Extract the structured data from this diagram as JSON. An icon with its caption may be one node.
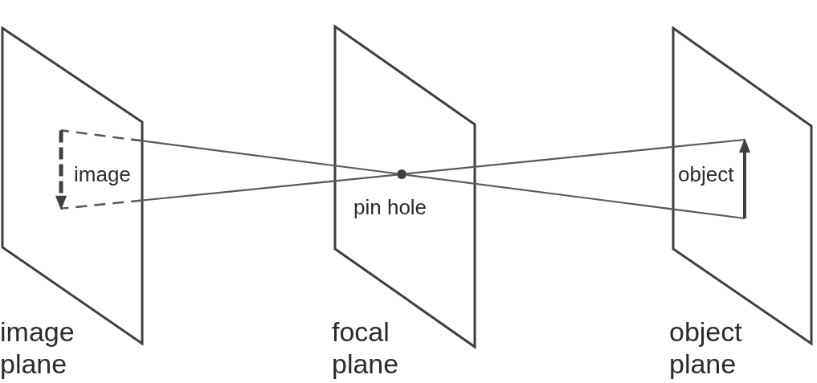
{
  "diagram": {
    "nodes": [
      {
        "text": [
          "image plane"
        ]
      },
      {
        "text": [
          "image"
        ],
        "in": 0
      },
      {
        "text": [
          "focal plane"
        ]
      },
      {
        "text": [],
        "shape": "circle",
        "beside": [
          "pin hole"
        ],
        "in": 2
      },
      {
        "text": [
          "object plane"
        ]
      },
      {
        "text": [
          "object"
        ],
        "in": 4
      }
    ],
    "edges": [
      {
        "from": 5,
        "to": 3,
        "arrow": "none"
      },
      {
        "from": 5,
        "to": 3,
        "arrow": "none"
      },
      {
        "from": 3,
        "to": 1,
        "arrow": "none"
      },
      {
        "from": 3,
        "to": 1,
        "arrow": "none"
      }
    ]
  }
}
